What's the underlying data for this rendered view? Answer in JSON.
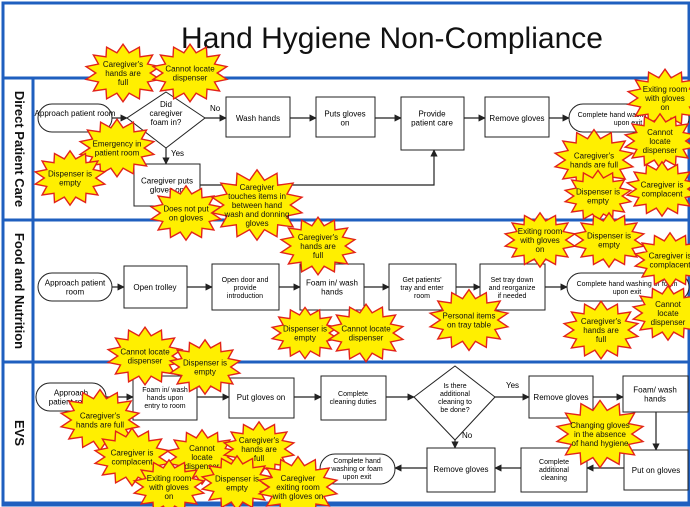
{
  "title": "Hand Hygiene Non-Compliance",
  "lanes": [
    "Direct Patient Care",
    "Food and Nutrition",
    "EVS"
  ],
  "colors": {
    "lane_border": "#1f5fbf",
    "burst_fill": "#ffef00",
    "burst_stroke": "#e2231a",
    "box_stroke": "#222222"
  },
  "dpc": {
    "approach": "Approach patient room",
    "decision": "Did caregiver foam in?",
    "no": "No",
    "yes": "Yes",
    "wash": "Wash hands",
    "gloves": "Puts gloves on",
    "provide": "Provide patient care",
    "remove": "Remove gloves",
    "complete": "Complete hand washing or foam upon exit",
    "cg_gloves": "Caregiver puts gloves on"
  },
  "fn": {
    "approach": "Approach patient room",
    "trolley": "Open trolley",
    "door": "Open door and provide introduction",
    "foam": "Foam in/ wash hands",
    "tray": "Get patients' tray and enter room",
    "setdown": "Set tray down and reorganize if needed",
    "complete": "Complete hand washing or foam upon exit"
  },
  "evs": {
    "approach": "Approach patient room",
    "foam": "Foam in/ wash hands upon entry to room",
    "gloves": "Put gloves on",
    "cleaning": "Complete cleaning duties",
    "decision": "Is there additional cleaning to be done?",
    "yes": "Yes",
    "no": "No",
    "remove1": "Remove gloves",
    "foamwash": "Foam/ wash hands",
    "addl": "Complete additional cleaning",
    "gloves2": "Put on gloves",
    "remove2": "Remove gloves",
    "complete": "Complete hand washing or foam upon exit"
  },
  "bursts": {
    "b1": "Caregiver's hands are full",
    "b2": "Cannot locate dispenser",
    "b3": "Emergency in patient room",
    "b4": "Dispenser is empty",
    "b5": "Does not put on gloves",
    "b6": "Caregiver touches items in between hand wash and donning gloves",
    "b7": "Exiting room with gloves on",
    "b8": "Cannot locate dispenser",
    "b9": "Caregiver's hands are full",
    "b10": "Caregiver is complacent",
    "b11": "Dispenser is empty",
    "b12": "Caregiver's hands are full",
    "b13": "Exiting room with gloves on",
    "b14": "Dispenser is empty",
    "b15": "Caregiver is complacent",
    "b16": "Dispenser is empty",
    "b17": "Cannot locate dispenser",
    "b18": "Personal items on tray table",
    "b19": "Caregiver's hands are full",
    "b20": "Cannot locate dispenser",
    "b21": "Cannot locate dispenser",
    "b22": "Dispenser is empty",
    "b23": "Caregiver's hands are full",
    "b24": "Caregiver is complacent",
    "b25": "Cannot locate dispenser",
    "b26": "Caregiver's hands are full",
    "b27": "Exiting room with gloves on",
    "b28": "Dispenser is empty",
    "b29": "Caregiver exiting room with gloves on",
    "b30": "Changing gloves in the absence of hand hygiene"
  }
}
